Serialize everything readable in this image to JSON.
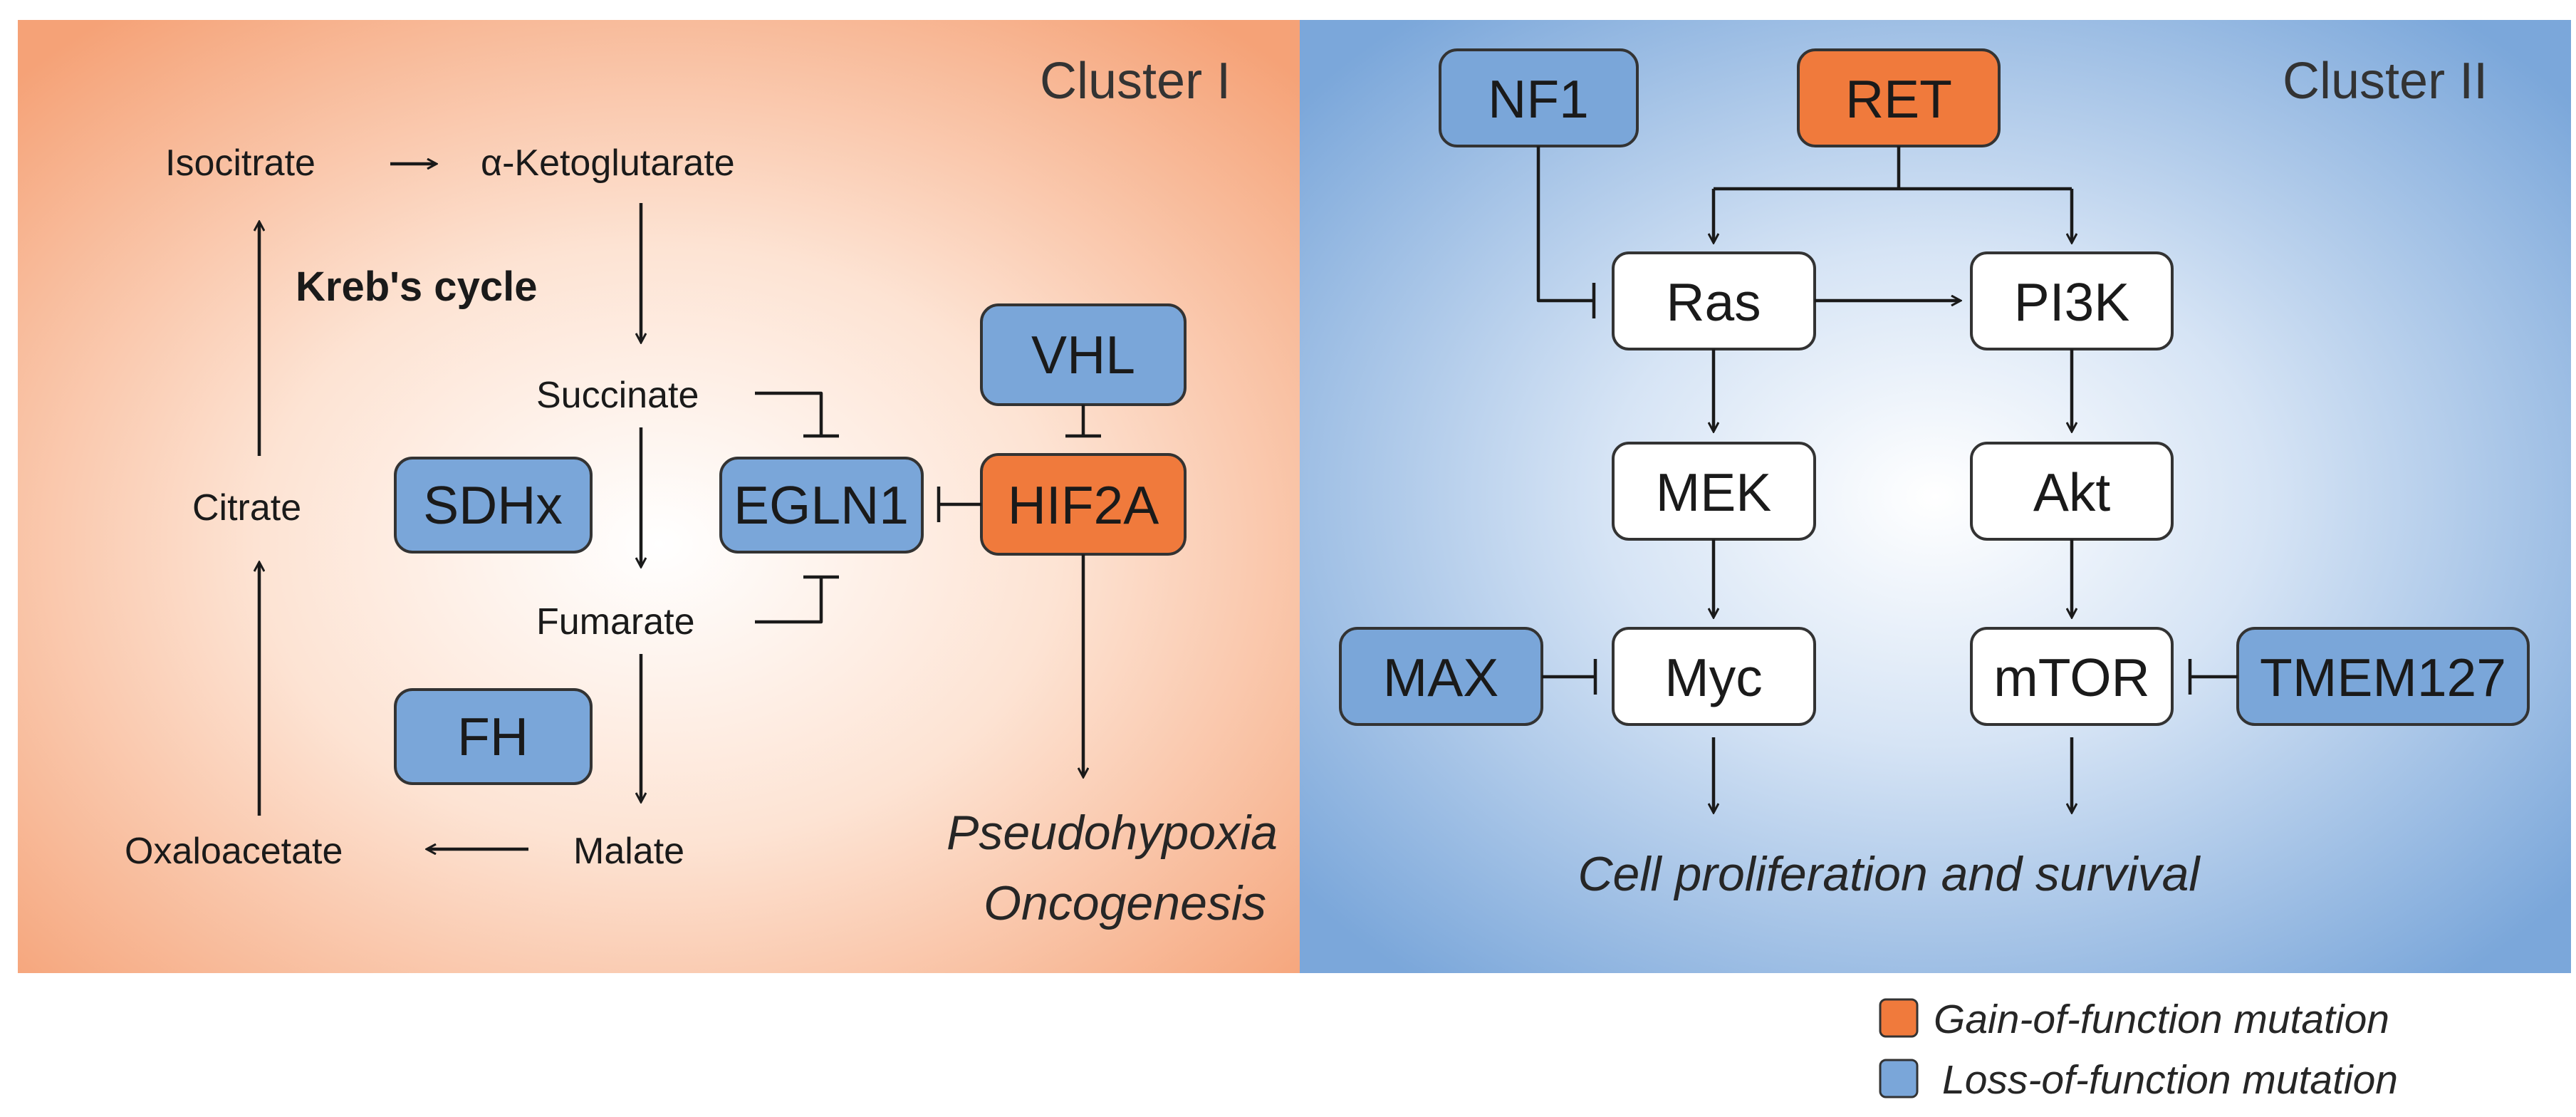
{
  "clusters": {
    "one": {
      "title": "Cluster I",
      "bg_color": "#f5a57a"
    },
    "two": {
      "title": "Cluster II",
      "bg_color": "#7ea9dc"
    }
  },
  "krebs": {
    "title": "Kreb's cycle",
    "isocitrate": "Isocitrate",
    "alpha_kg": "α-Ketoglutarate",
    "succinate": "Succinate",
    "fumarate": "Fumarate",
    "malate": "Malate",
    "oxaloacetate": "Oxaloacetate",
    "citrate": "Citrate"
  },
  "genes": {
    "sdhx": "SDHx",
    "fh": "FH",
    "egln1": "EGLN1",
    "vhl": "VHL",
    "hif2a": "HIF2A",
    "nf1": "NF1",
    "ret": "RET",
    "ras": "Ras",
    "pi3k": "PI3K",
    "mek": "MEK",
    "akt": "Akt",
    "myc": "Myc",
    "mtor": "mTOR",
    "max": "MAX",
    "tmem127": "TMEM127"
  },
  "outcomes": {
    "pseudohypoxia": "Pseudohypoxia",
    "oncogenesis": "Oncogenesis",
    "cell": "Cell proliferation and survival"
  },
  "legend": {
    "gain": {
      "label": "Gain-of-function mutation",
      "color": "#f07a3c"
    },
    "loss": {
      "label": "Loss-of-function mutation",
      "color": "#7aa6d9"
    }
  }
}
